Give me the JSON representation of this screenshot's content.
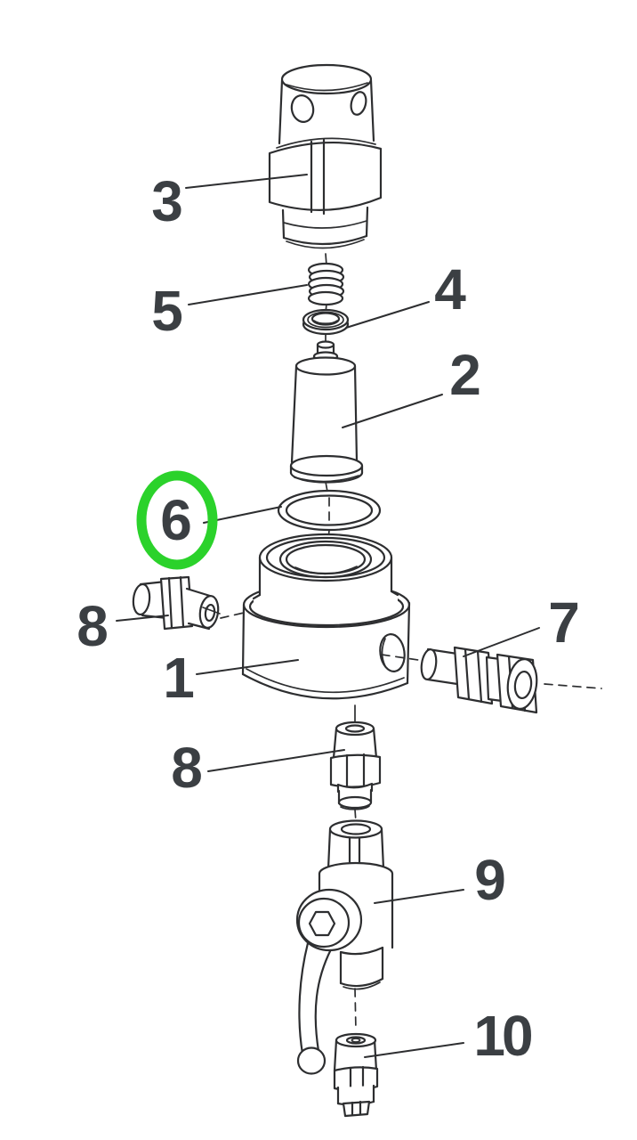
{
  "diagram": {
    "type": "exploded-parts-diagram",
    "description": "Exploded view line drawing of a valve / regulator assembly with numbered parts",
    "background_color": "#ffffff",
    "line_color": "#2d2e30",
    "label_color": "#3b3f43",
    "highlight_color": "#2bd22b",
    "highlighted_part_label": "6",
    "part_labels": [
      {
        "text": "3"
      },
      {
        "text": "5"
      },
      {
        "text": "4"
      },
      {
        "text": "2"
      },
      {
        "text": "6",
        "highlighted": true
      },
      {
        "text": "8"
      },
      {
        "text": "1"
      },
      {
        "text": "7"
      },
      {
        "text": "8"
      },
      {
        "text": "9"
      },
      {
        "text": "10"
      }
    ]
  }
}
